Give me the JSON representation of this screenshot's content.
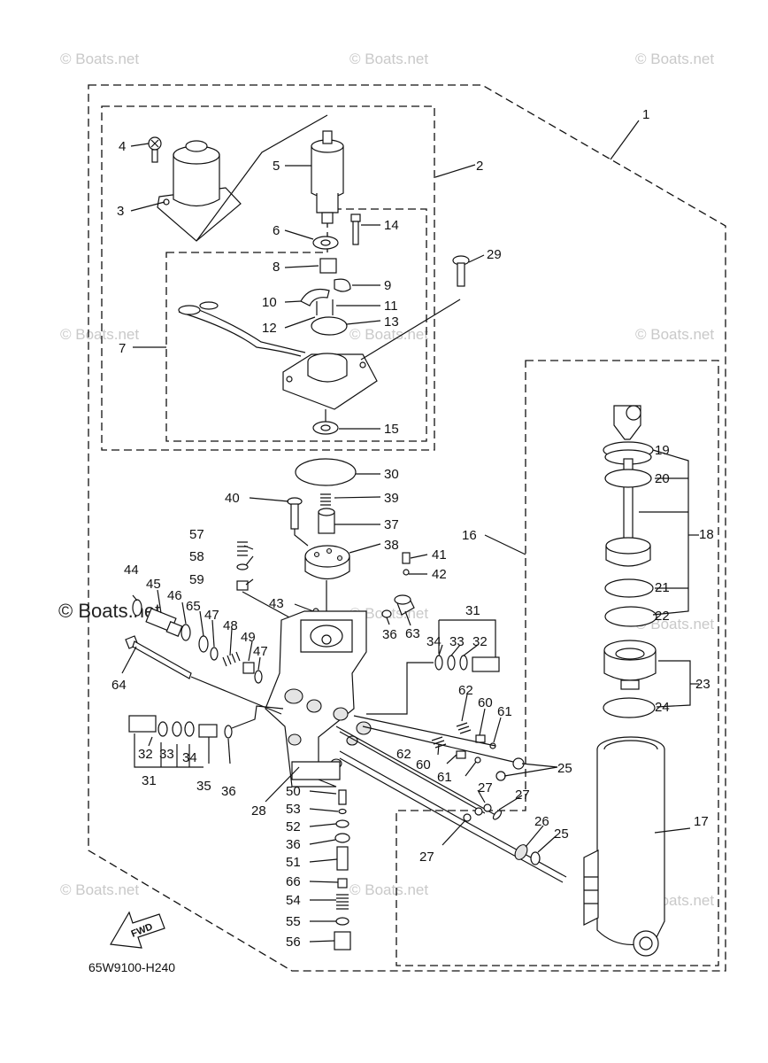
{
  "diagram": {
    "code": "65W9100-H240",
    "fwd_label": "FWD",
    "watermark": "© Boats.net",
    "labels": [
      {
        "id": "1",
        "text": "1"
      },
      {
        "id": "2",
        "text": "2"
      },
      {
        "id": "3",
        "text": "3"
      },
      {
        "id": "4",
        "text": "4"
      },
      {
        "id": "5",
        "text": "5"
      },
      {
        "id": "6",
        "text": "6"
      },
      {
        "id": "7",
        "text": "7"
      },
      {
        "id": "8",
        "text": "8"
      },
      {
        "id": "9",
        "text": "9"
      },
      {
        "id": "10",
        "text": "10"
      },
      {
        "id": "11",
        "text": "11"
      },
      {
        "id": "12",
        "text": "12"
      },
      {
        "id": "13",
        "text": "13"
      },
      {
        "id": "14",
        "text": "14"
      },
      {
        "id": "15",
        "text": "15"
      },
      {
        "id": "16",
        "text": "16"
      },
      {
        "id": "17",
        "text": "17"
      },
      {
        "id": "18",
        "text": "18"
      },
      {
        "id": "19",
        "text": "19"
      },
      {
        "id": "20",
        "text": "20"
      },
      {
        "id": "21",
        "text": "21"
      },
      {
        "id": "22",
        "text": "22"
      },
      {
        "id": "23",
        "text": "23"
      },
      {
        "id": "24",
        "text": "24"
      },
      {
        "id": "25a",
        "text": "25"
      },
      {
        "id": "25b",
        "text": "25"
      },
      {
        "id": "26",
        "text": "26"
      },
      {
        "id": "27a",
        "text": "27"
      },
      {
        "id": "27b",
        "text": "27"
      },
      {
        "id": "27c",
        "text": "27"
      },
      {
        "id": "28",
        "text": "28"
      },
      {
        "id": "29",
        "text": "29"
      },
      {
        "id": "30",
        "text": "30"
      },
      {
        "id": "31a",
        "text": "31"
      },
      {
        "id": "31b",
        "text": "31"
      },
      {
        "id": "32a",
        "text": "32"
      },
      {
        "id": "32b",
        "text": "32"
      },
      {
        "id": "33a",
        "text": "33"
      },
      {
        "id": "33b",
        "text": "33"
      },
      {
        "id": "34a",
        "text": "34"
      },
      {
        "id": "34b",
        "text": "34"
      },
      {
        "id": "35",
        "text": "35"
      },
      {
        "id": "36a",
        "text": "36"
      },
      {
        "id": "36b",
        "text": "36"
      },
      {
        "id": "36c",
        "text": "36"
      },
      {
        "id": "37",
        "text": "37"
      },
      {
        "id": "38",
        "text": "38"
      },
      {
        "id": "39",
        "text": "39"
      },
      {
        "id": "40",
        "text": "40"
      },
      {
        "id": "41",
        "text": "41"
      },
      {
        "id": "42",
        "text": "42"
      },
      {
        "id": "43",
        "text": "43"
      },
      {
        "id": "44",
        "text": "44"
      },
      {
        "id": "45",
        "text": "45"
      },
      {
        "id": "46",
        "text": "46"
      },
      {
        "id": "47a",
        "text": "47"
      },
      {
        "id": "47b",
        "text": "47"
      },
      {
        "id": "48",
        "text": "48"
      },
      {
        "id": "49",
        "text": "49"
      },
      {
        "id": "50",
        "text": "50"
      },
      {
        "id": "51",
        "text": "51"
      },
      {
        "id": "52",
        "text": "52"
      },
      {
        "id": "53",
        "text": "53"
      },
      {
        "id": "54",
        "text": "54"
      },
      {
        "id": "55",
        "text": "55"
      },
      {
        "id": "56",
        "text": "56"
      },
      {
        "id": "57",
        "text": "57"
      },
      {
        "id": "58",
        "text": "58"
      },
      {
        "id": "59",
        "text": "59"
      },
      {
        "id": "60a",
        "text": "60"
      },
      {
        "id": "60b",
        "text": "60"
      },
      {
        "id": "61a",
        "text": "61"
      },
      {
        "id": "61b",
        "text": "61"
      },
      {
        "id": "62a",
        "text": "62"
      },
      {
        "id": "62b",
        "text": "62"
      },
      {
        "id": "63",
        "text": "63"
      },
      {
        "id": "64",
        "text": "64"
      },
      {
        "id": "65",
        "text": "65"
      },
      {
        "id": "66",
        "text": "66"
      }
    ]
  }
}
